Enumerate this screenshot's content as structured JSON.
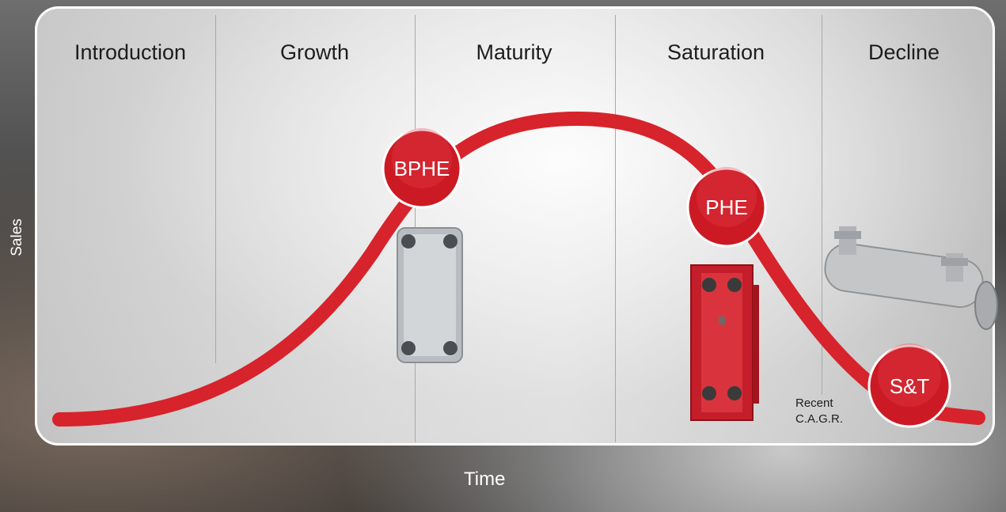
{
  "phases": [
    "Introduction",
    "Growth",
    "Maturity",
    "Saturation",
    "Decline"
  ],
  "axes": {
    "y_label": "Sales",
    "x_label": "Time"
  },
  "markers": {
    "bphe": "BPHE",
    "phe": "PHE",
    "st": "S&T"
  },
  "note": {
    "line1": "Recent",
    "line2": "C.A.G.R."
  },
  "colors": {
    "curve": "#d7232b",
    "marker": "#cc1a24",
    "marker_text": "#ffffff"
  }
}
